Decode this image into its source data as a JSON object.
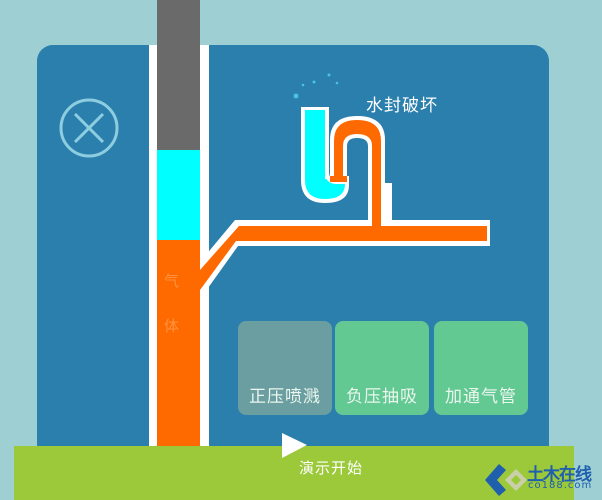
{
  "scene": {
    "title_label": "水封破坏",
    "gas_label_chars": [
      "气",
      "体"
    ],
    "colors": {
      "background": "#9ecfd3",
      "panel": "#2b7fad",
      "air_column": "#6a6a6a",
      "water": "#00ffff",
      "gas_flow": "#ff6a00",
      "pipe_wall": "#ffffff",
      "start_bar": "#9bc93a"
    }
  },
  "controls": {
    "close_icon": "circle-x-icon",
    "modes": [
      {
        "label": "正压喷溅",
        "state": "inactive"
      },
      {
        "label": "负压抽吸",
        "state": "active"
      },
      {
        "label": "加通气管",
        "state": "active"
      }
    ],
    "start": {
      "icon": "play-icon",
      "label": "演示开始"
    }
  },
  "watermark": {
    "name_cn": "土木在线",
    "name_en": "co188.com"
  }
}
